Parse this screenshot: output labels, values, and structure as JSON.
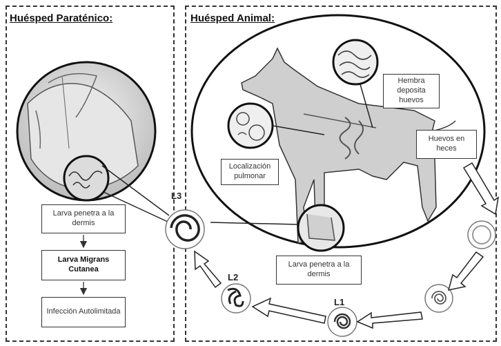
{
  "panels": {
    "paratenic_title": "Huésped Paraténico:",
    "animal_title": "Huésped Animal:"
  },
  "paratenic": {
    "box_penetra": "Larva penetra a la dermis",
    "box_migrans": "Larva Migrans Cutanea",
    "box_infeccion": "Infección Autolimitada"
  },
  "animal": {
    "box_hembra": "Hembra deposita huevos",
    "box_huevos": "Huevos en heces",
    "box_pulmonar": "Localización pulmonar",
    "box_penetra": "Larva penetra a la dermis"
  },
  "stages": {
    "l3": "L3",
    "l2": "L2",
    "l1": "L1"
  }
}
